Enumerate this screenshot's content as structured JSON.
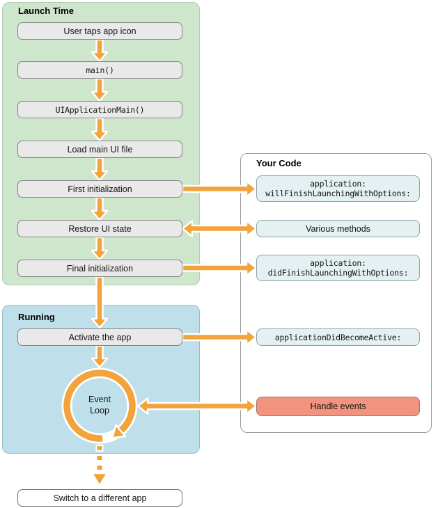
{
  "colors": {
    "accent_orange": "#f2a33c",
    "launch_bg": "#cde6cc",
    "launch_border": "#b2cfb2",
    "running_bg": "#bfe0ea",
    "running_border": "#96bfce",
    "step_bg": "#e9e9e9",
    "step_border": "#858585",
    "code_panel_border": "#9c9c9c",
    "code_box_bg": "#e4f0f1",
    "code_box_border": "#8da3a5",
    "handle_bg": "#f1937f",
    "handle_border": "#9d7668",
    "text": "#141414"
  },
  "launch": {
    "title": "Launch Time",
    "steps": [
      {
        "label": "User taps app icon"
      },
      {
        "label": "main()"
      },
      {
        "label": "UIApplicationMain()"
      },
      {
        "label": "Load main UI file"
      },
      {
        "label": "First initialization"
      },
      {
        "label": "Restore UI state"
      },
      {
        "label": "Final initialization"
      }
    ]
  },
  "running": {
    "title": "Running",
    "activate_label": "Activate the app",
    "event_loop": {
      "line1": "Event",
      "line2": "Loop"
    }
  },
  "your_code": {
    "title": "Your Code",
    "will_finish": {
      "line1": "application:",
      "line2": "willFinishLaunchingWithOptions:"
    },
    "various_methods": "Various methods",
    "did_finish": {
      "line1": "application:",
      "line2": "didFinishLaunchingWithOptions:"
    },
    "did_become_active": "applicationDidBecomeActive:",
    "handle_events": "Handle events"
  },
  "footer": {
    "switch_label": "Switch to a different app"
  }
}
